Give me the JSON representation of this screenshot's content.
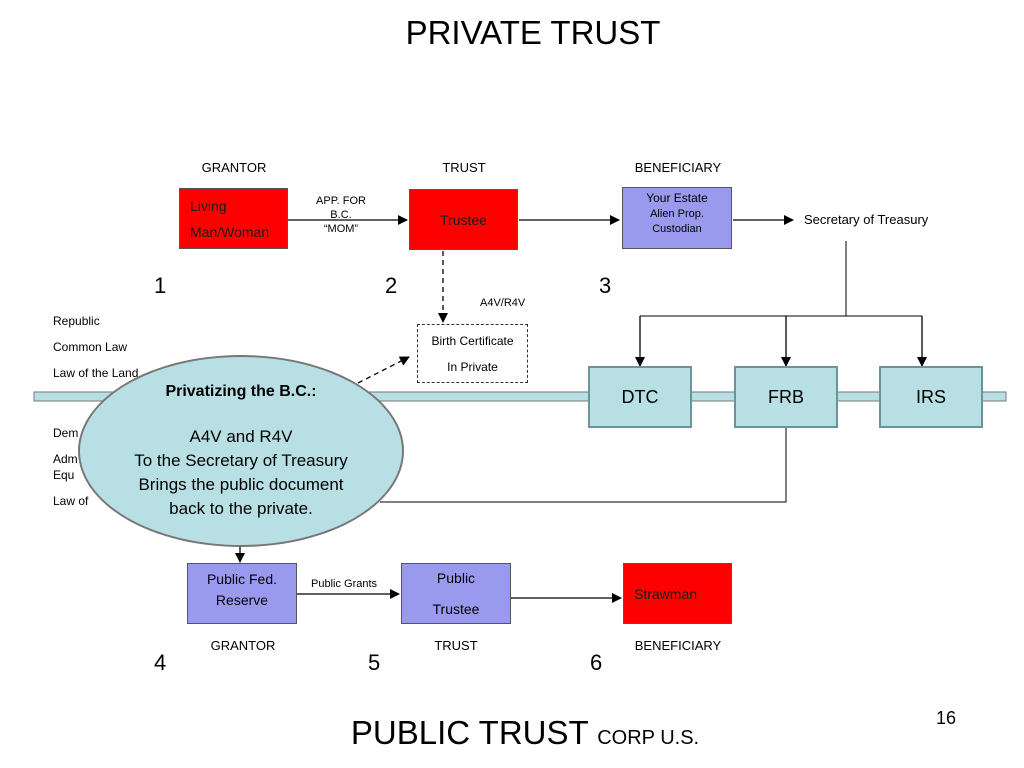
{
  "title": "PRIVATE TRUST",
  "bottom_title": {
    "main": "PUBLIC TRUST",
    "small": "CORP U.S."
  },
  "page_number": "16",
  "top_row": {
    "headers": {
      "grantor": "GRANTOR",
      "trust": "TRUST",
      "beneficiary": "BENEFICIARY"
    },
    "grantor_box": {
      "line1": "Living",
      "line2": "Man/Woman",
      "color": "#ff0000"
    },
    "arrow1_label": {
      "line1": "APP. FOR",
      "line2": "B.C.",
      "line3": "“MOM”"
    },
    "trustee_box": {
      "label": "Trustee",
      "color": "#ff0000"
    },
    "beneficiary_box": {
      "line1": "Your Estate",
      "line2": "Alien Prop.",
      "line3": "Custodian",
      "color": "#9999ee"
    },
    "secretary_label": "Secretary of Treasury",
    "numbers": [
      "1",
      "2",
      "3"
    ]
  },
  "a4v_label": "A4V/R4V",
  "birth_certificate": {
    "line1": "Birth Certificate",
    "line2": "In Private"
  },
  "left_list_top": [
    "Republic",
    "Common Law",
    "Law of the Land"
  ],
  "left_list_bottom": [
    "Dem",
    "Adm",
    "Equ",
    "Law of"
  ],
  "agencies": [
    "DTC",
    "FRB",
    "IRS"
  ],
  "callout": {
    "heading": "Privatizing the B.C.:",
    "line1": "A4V and R4V",
    "line2": "To the Secretary of Treasury",
    "line3": "Brings the public document",
    "line4": "back to the private."
  },
  "bottom_row": {
    "grantor_box": {
      "line1": "Public Fed.",
      "line2": "Reserve",
      "color": "#9999ee"
    },
    "arrow_label": "Public Grants",
    "trust_box": {
      "line1": "Public",
      "line2": "Trustee",
      "color": "#9999ee"
    },
    "beneficiary_box": {
      "label": "Strawman",
      "color": "#ff0000"
    },
    "headers": {
      "grantor": "GRANTOR",
      "trust": "TRUST",
      "beneficiary": "BENEFICIARY"
    },
    "numbers": [
      "4",
      "5",
      "6"
    ]
  },
  "colors": {
    "red": "#ff0000",
    "purple": "#9999ee",
    "teal": "#b8e0e4",
    "bar": "#b8e0e4"
  }
}
